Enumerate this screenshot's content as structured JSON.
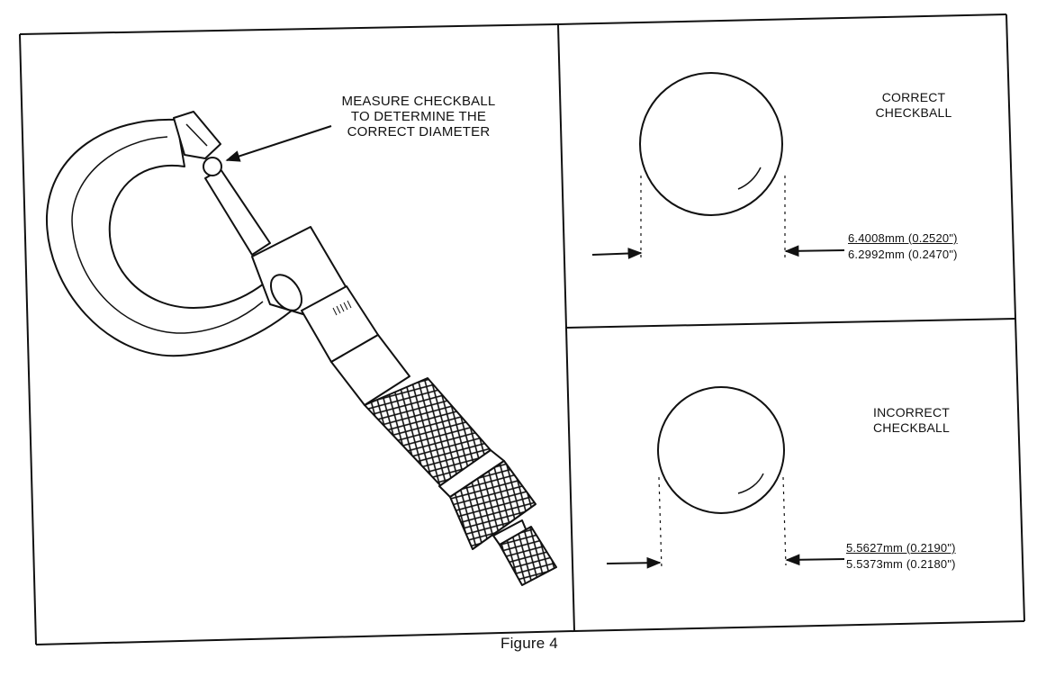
{
  "figure": {
    "caption": "Figure 4",
    "callout": {
      "lines": [
        "MEASURE CHECKBALL",
        "TO DETERMINE THE",
        "CORRECT DIAMETER"
      ]
    },
    "correct_panel": {
      "label_lines": [
        "CORRECT",
        "CHECKBALL"
      ],
      "max": "6.4008mm (0.2520\")",
      "min": "6.2992mm (0.2470\")"
    },
    "incorrect_panel": {
      "label_lines": [
        "INCORRECT",
        "CHECKBALL"
      ],
      "max": "5.5627mm (0.2190\")",
      "min": "5.5373mm (0.2180\")"
    }
  }
}
